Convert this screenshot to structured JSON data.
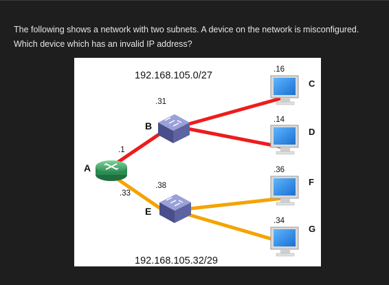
{
  "question": {
    "text": "The following shows a network with two subnets. A device on the network is misconfigured.  Which device which has an invalid IP address?"
  },
  "diagram": {
    "subnet_top_label": "192.168.105.0/27",
    "subnet_bottom_label": "192.168.105.32/29",
    "router": {
      "name": "A",
      "ip_to_b": ".1",
      "ip_to_e": ".33"
    },
    "switch_b": {
      "name": "B",
      "ip": ".31"
    },
    "switch_e": {
      "name": "E",
      "ip": ".38"
    },
    "hosts": [
      {
        "name": "C",
        "ip": ".16"
      },
      {
        "name": "D",
        "ip": ".14"
      },
      {
        "name": "F",
        "ip": ".36"
      },
      {
        "name": "G",
        "ip": ".34"
      }
    ],
    "colors": {
      "top_links": "#ee1c1c",
      "bottom_links": "#f5a300",
      "router": "#3aa66a",
      "switch": "#6a6ea8",
      "monitor_screen": "#2a8ee6"
    }
  }
}
